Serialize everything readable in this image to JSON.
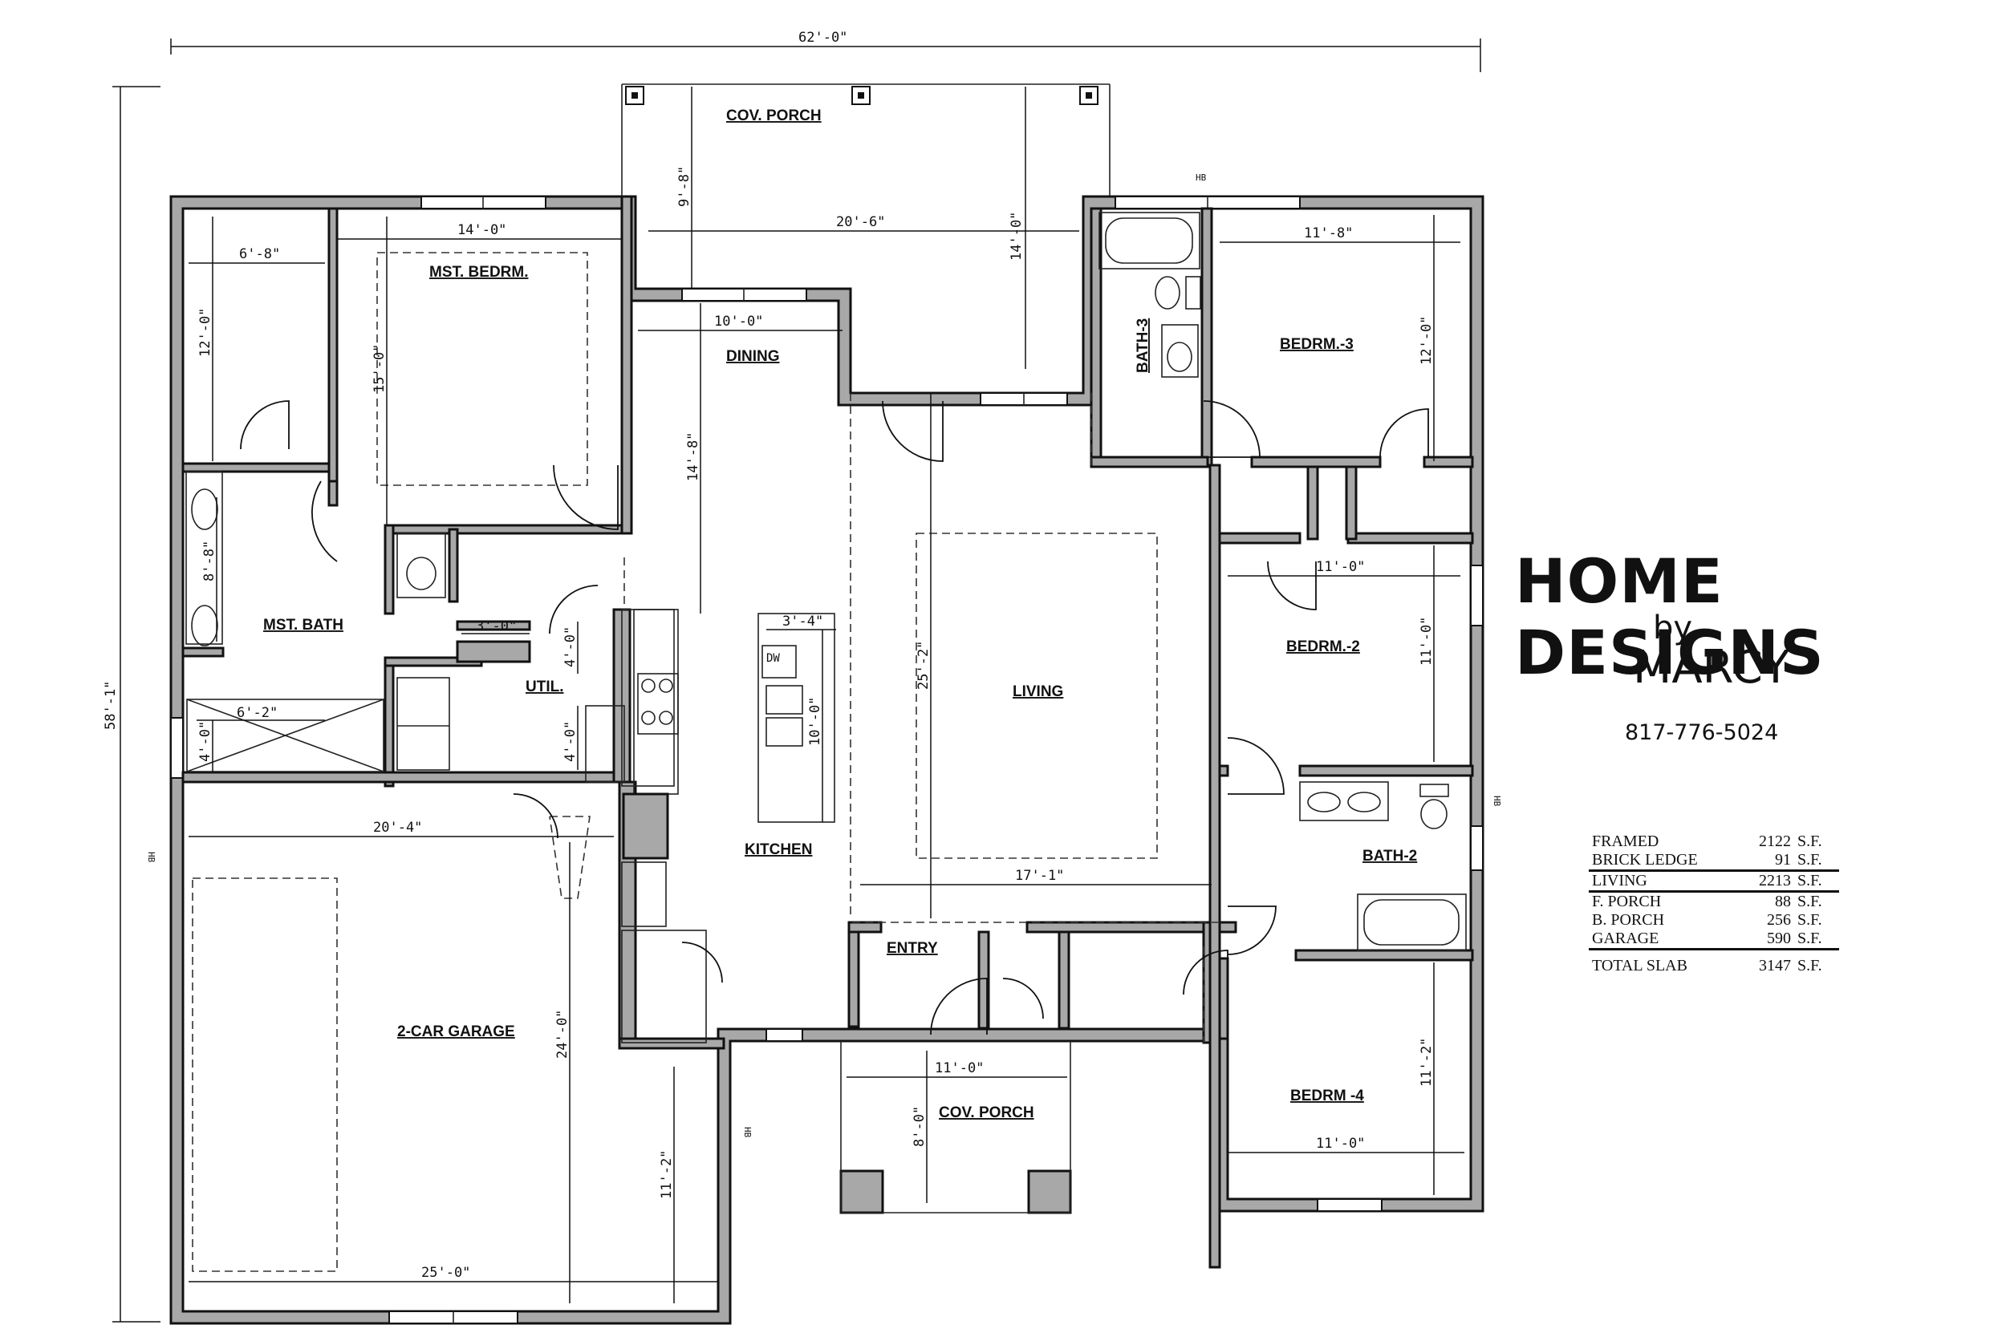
{
  "rooms": {
    "cov_porch_rear": "COV. PORCH",
    "master_bedroom": "MST. BEDRM.",
    "dining": "DINING",
    "bath3": "BATH-3",
    "bedroom3": "BEDRM.-3",
    "master_bath": "MST. BATH",
    "utility": "UTIL.",
    "kitchen": "KITCHEN",
    "living": "LIVING",
    "bedroom2": "BEDRM.-2",
    "bath2": "BATH-2",
    "garage": "2-CAR GARAGE",
    "entry": "ENTRY",
    "cov_porch_front": "COV. PORCH",
    "bedroom4": "BEDRM -4"
  },
  "dimensions": {
    "overall_width": "62'-0\"",
    "overall_depth": "58'-1\"",
    "rear_porch_depth": "9'-8\"",
    "rear_porch_width": "20'-6\"",
    "rear_porch_side": "14'-0\"",
    "closet_width": "6'-8\"",
    "closet_depth": "12'-0\"",
    "master_width": "14'-0\"",
    "master_depth": "15'-0\"",
    "dining_width": "10'-0\"",
    "dining_depth": "14'-8\"",
    "bed3_width": "11'-8\"",
    "bed3_depth": "12'-0\"",
    "bath_vanity": "8'-8\"",
    "util_closet": "3'-0\"",
    "util_depth": "4'-0\"",
    "util_depth2": "4'-0\"",
    "shower_width": "6'-2\"",
    "shower_depth": "4'-0\"",
    "island_width": "3'-4\"",
    "island_length": "10'-0\"",
    "living_depth": "25'-2\"",
    "living_width": "17'-1\"",
    "bed2_width": "11'-0\"",
    "bed2_depth": "11'-0\"",
    "garage_width_top": "20'-4\"",
    "garage_depth": "24'-0\"",
    "garage_side": "11'-2\"",
    "garage_width_bottom": "25'-0\"",
    "front_porch_width": "11'-0\"",
    "front_porch_depth": "8'-0\"",
    "bed4_width": "11'-0\"",
    "bed4_depth": "11'-2\""
  },
  "fixtures": {
    "dishwasher": "DW",
    "hose_bib": "HB"
  },
  "brand": {
    "line1": "HOME DESIGNS",
    "line2": "by",
    "line3": "MARCY",
    "phone": "817-776-5024"
  },
  "area_table": [
    {
      "name": "FRAMED",
      "value": "2122",
      "unit": "S.F."
    },
    {
      "name": "BRICK LEDGE",
      "value": "91",
      "unit": "S.F."
    },
    {
      "name": "LIVING",
      "value": "2213",
      "unit": "S.F."
    },
    {
      "name": "F. PORCH",
      "value": "88",
      "unit": "S.F."
    },
    {
      "name": "B. PORCH",
      "value": "256",
      "unit": "S.F."
    },
    {
      "name": "GARAGE",
      "value": "590",
      "unit": "S.F."
    },
    {
      "name": "TOTAL SLAB",
      "value": "3147",
      "unit": "S.F."
    }
  ]
}
